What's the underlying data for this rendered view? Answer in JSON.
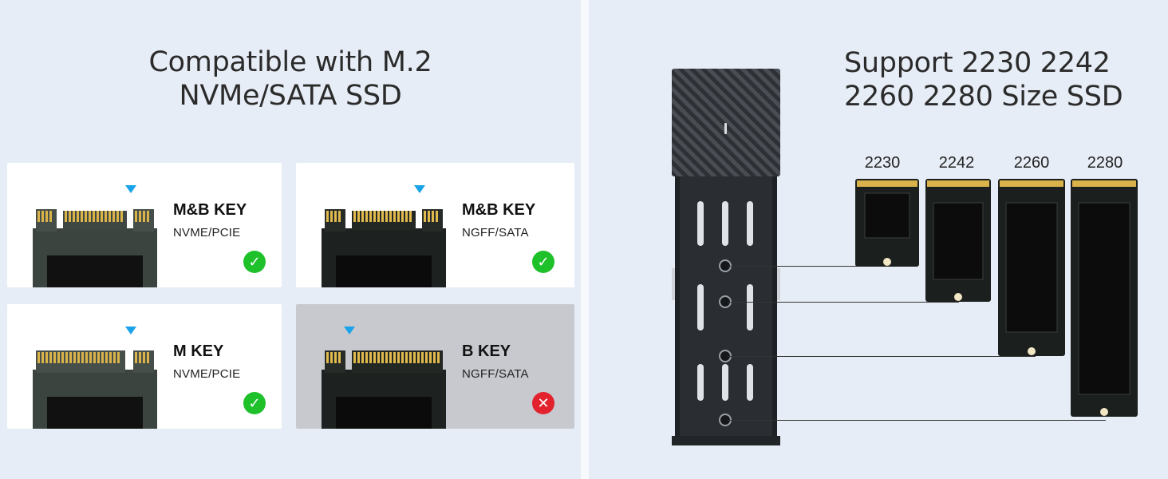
{
  "left": {
    "title_line1": "Compatible with M.2",
    "title_line2": "NVMe/SATA SSD",
    "cards": [
      {
        "key": "M&B KEY",
        "interface": "NVME/PCIE",
        "status": "supported"
      },
      {
        "key": "M&B KEY",
        "interface": "NGFF/SATA",
        "status": "supported"
      },
      {
        "key": "M KEY",
        "interface": "NVME/PCIE",
        "status": "supported"
      },
      {
        "key": "B KEY",
        "interface": "NGFF/SATA",
        "status": "unsupported"
      }
    ]
  },
  "right": {
    "title_line1": "Support 2230 2242",
    "title_line2": "2260 2280 Size SSD",
    "sizes": [
      "2230",
      "2242",
      "2260",
      "2280"
    ]
  },
  "colors": {
    "background": "#e7edf6",
    "key_pointer": "#1aa3e8",
    "check_green": "#1fc12b",
    "cross_red": "#e2222d",
    "enclosure": "#2a2d31"
  },
  "icons": {
    "supported": "check-circle-icon",
    "unsupported": "x-circle-icon"
  }
}
